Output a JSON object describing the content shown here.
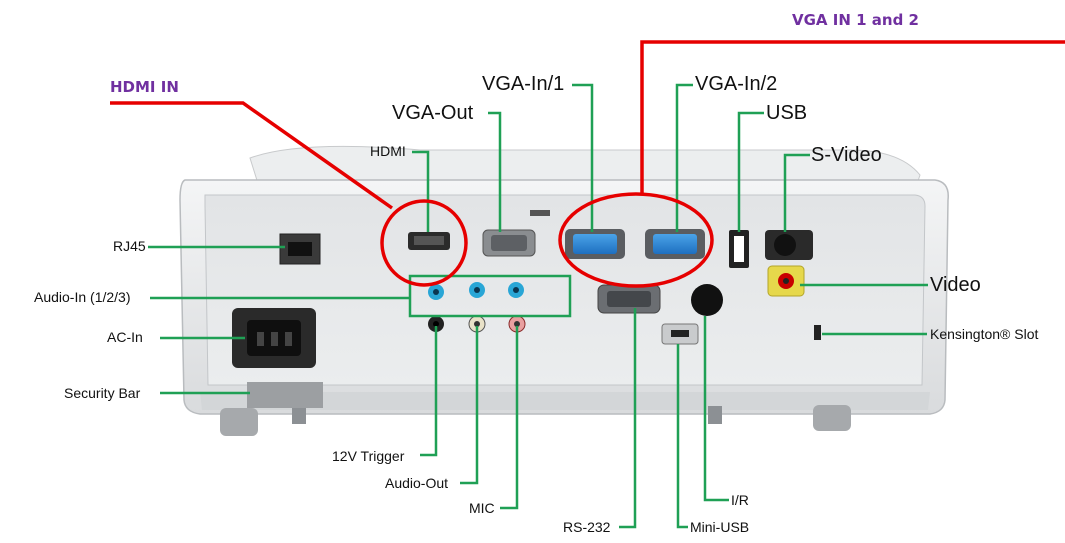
{
  "callouts": {
    "hdmi_in": "HDMI IN",
    "vga_in": "VGA IN 1 and 2"
  },
  "labels": {
    "rj45": "RJ45",
    "audio_in": "Audio-In (1/2/3)",
    "ac_in": "AC-In",
    "security_bar": "Security Bar",
    "hdmi": "HDMI",
    "vga_out": "VGA-Out",
    "vga_in_1": "VGA-In/1",
    "vga_in_2": "VGA-In/2",
    "usb": "USB",
    "s_video": "S-Video",
    "video": "Video",
    "kensington": "Kensington® Slot",
    "trigger": "12V Trigger",
    "audio_out": "Audio-Out",
    "mic": "MIC",
    "rs232": "RS-232",
    "mini_usb": "Mini-USB",
    "ir": "I/R"
  },
  "colors": {
    "callout_text": "#7030a0",
    "callout_line": "#e60000",
    "leader_line": "#1fa055"
  }
}
